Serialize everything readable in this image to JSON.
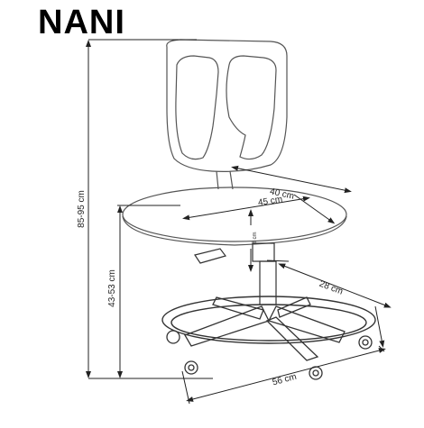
{
  "product": {
    "name": "NANI"
  },
  "dimensions": {
    "total_height": "85-95 cm",
    "seat_height": "43-53 cm",
    "seat_depth": "40 cm",
    "seat_width": "45 cm",
    "seat_thickness": "8 cm",
    "footrest_radius": "28 cm",
    "base_width": "56 cm"
  },
  "colors": {
    "line": "#333333",
    "dimension_line": "#222222",
    "chair_outline": "#555555"
  }
}
